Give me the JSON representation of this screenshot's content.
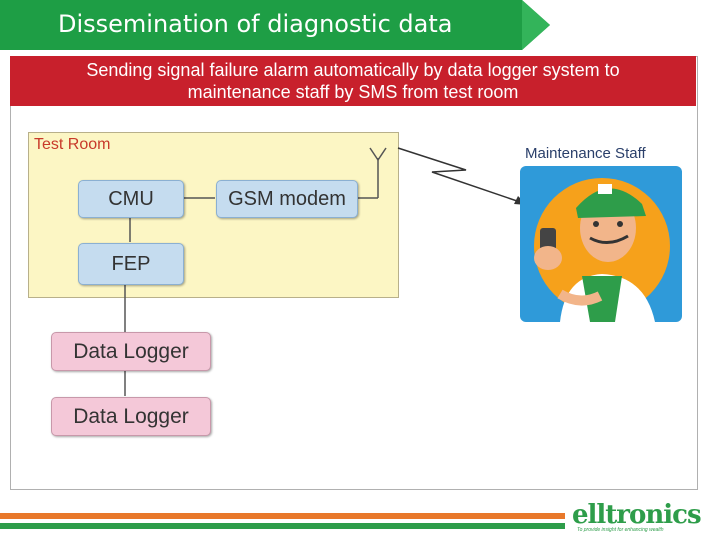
{
  "title": "Dissemination of diagnostic data",
  "header": {
    "line1": "Sending signal failure alarm automatically by data logger system to",
    "line2": "maintenance staff by SMS from test room"
  },
  "test_room": {
    "label": "Test Room",
    "cmu": "CMU",
    "gsm": "GSM modem",
    "fep": "FEP"
  },
  "loggers": [
    "Data Logger",
    "Data Logger"
  ],
  "staff": {
    "label": "Maintenance Staff"
  },
  "logo": {
    "name": "elltronics",
    "tagline": "To provide insight for enhancing wealth"
  },
  "colors": {
    "banner_green": "#1e9e45",
    "header_red": "#c8202c",
    "stripe_orange": "#e8782a",
    "stripe_green": "#2e9d4a"
  }
}
